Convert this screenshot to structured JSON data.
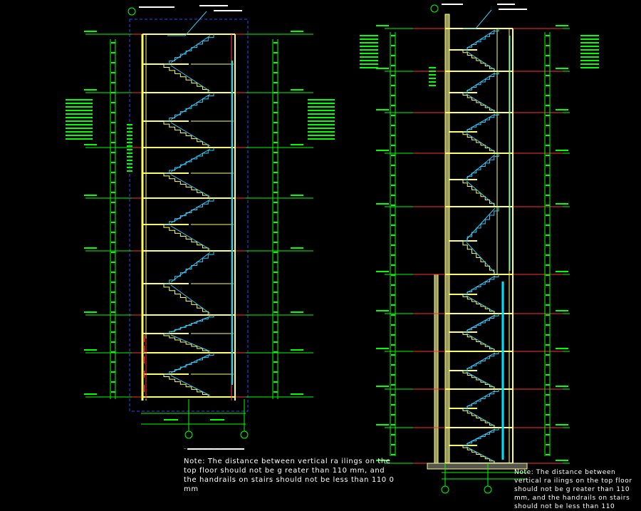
{
  "notes": {
    "left": "Note: The distance between vertical ra ilings on the top floor should not be g reater than 110 mm, and the handrails on stairs should not be less than 110 0 mm",
    "right": "Note: The distance between vertical ra ilings on the top floor should not be g reater than 110 mm, and the handrails on stairs should not be less than 110"
  },
  "colors": {
    "background": "#000000",
    "dimension": "#00ff00",
    "wall": "#ffff66",
    "stair": "#33ccff",
    "railing": "#00e5ff",
    "floor_line": "#ff3333",
    "text": "#ffffff",
    "column_fill": "#999966"
  },
  "icons": [
    "grid-axis-bubble",
    "elevation-marker",
    "section-caption"
  ]
}
